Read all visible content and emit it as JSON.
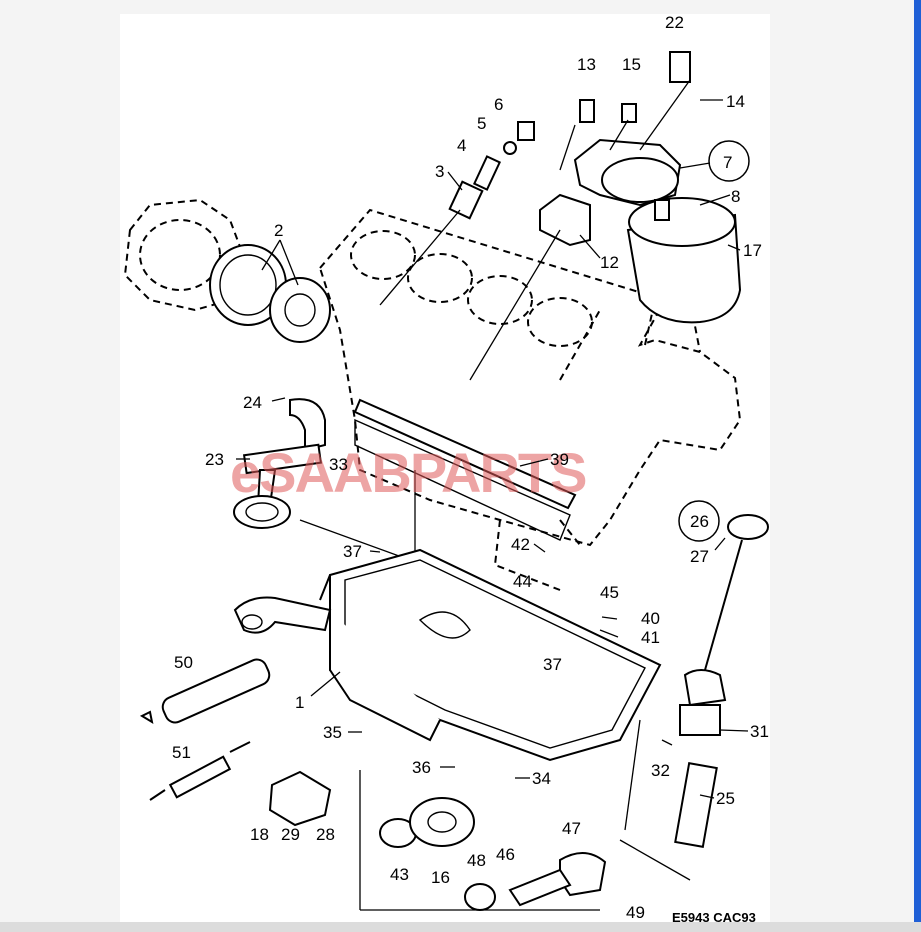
{
  "watermark": "eSAABPARTS",
  "drawing_code": "E5943 CAC93",
  "callouts": {
    "c1": "1",
    "c2": "2",
    "c3": "3",
    "c4": "4",
    "c5": "5",
    "c6": "6",
    "c7": "7",
    "c8": "8",
    "c12": "12",
    "c13": "13",
    "c14": "14",
    "c15": "15",
    "c16": "16",
    "c17": "17",
    "c18": "18",
    "c22": "22",
    "c23": "23",
    "c24": "24",
    "c25": "25",
    "c26": "26",
    "c27": "27",
    "c28": "28",
    "c29": "29",
    "c31": "31",
    "c32": "32",
    "c33": "33",
    "c34": "34",
    "c35": "35",
    "c36": "36",
    "c37a": "37",
    "c37b": "37",
    "c39": "39",
    "c40": "40",
    "c41": "41",
    "c42": "42",
    "c43": "43",
    "c44": "44",
    "c45": "45",
    "c46": "46",
    "c47": "47",
    "c48": "48",
    "c49": "49",
    "c50": "50",
    "c51": "51"
  }
}
